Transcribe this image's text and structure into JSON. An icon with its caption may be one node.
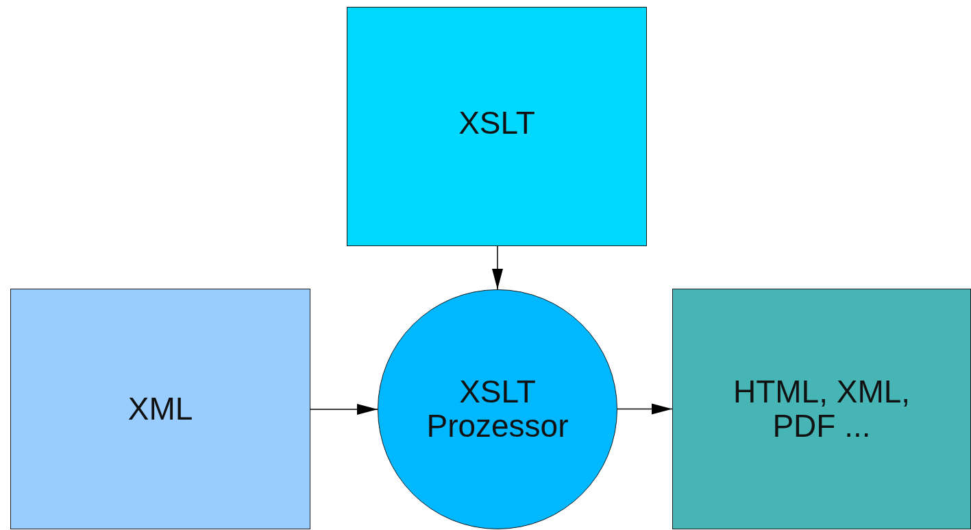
{
  "diagram": {
    "nodes": [
      {
        "text": [
          "XSLT"
        ]
      },
      {
        "text": [
          "XML"
        ]
      },
      {
        "text": [
          "XSLT Prozessor"
        ]
      },
      {
        "text": [
          "HTML, XML, PDF ..."
        ]
      }
    ],
    "edges": [
      {
        "from": 0,
        "to": 2,
        "arrow": "to"
      },
      {
        "from": 1,
        "to": 2,
        "arrow": "to"
      },
      {
        "from": 2,
        "to": 3,
        "arrow": "to"
      }
    ]
  }
}
